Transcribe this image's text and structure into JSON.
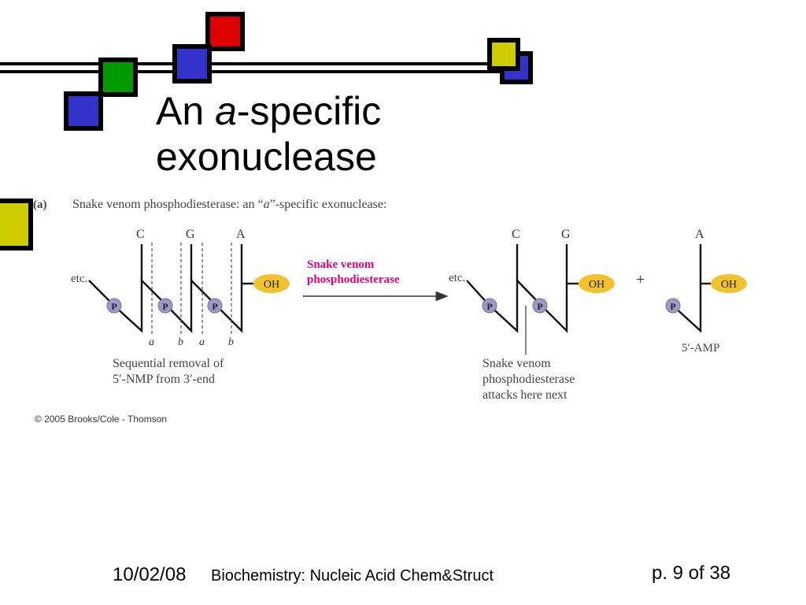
{
  "slide": {
    "title_prefix": "An ",
    "title_italic": "a",
    "title_suffix": "-specific",
    "title_line2": "exonuclease"
  },
  "figure": {
    "panel_label": "(a)",
    "caption_prefix": "Snake venom phosphodiesterase: an “",
    "caption_italic": "a",
    "caption_suffix": "”-specific  exonuclease:",
    "left_bases": [
      "C",
      "G",
      "A"
    ],
    "left_etc": "etc.",
    "phosphate": "P",
    "oh": "OH",
    "site_labels": [
      "a",
      "b",
      "a",
      "b"
    ],
    "enzyme_line1": "Snake venom",
    "enzyme_line2": "phosphodiesterase",
    "left_note_line1": "Sequential removal of",
    "left_note_line2": "5′-NMP from 3′-end",
    "right_bases": [
      "C",
      "G"
    ],
    "right_etc": "etc.",
    "plus": "+",
    "amp_base": "A",
    "amp_label": "5′-AMP",
    "right_note_line1": "Snake venom",
    "right_note_line2": "phosphodiesterase",
    "right_note_line3": "attacks here next",
    "copyright": "© 2005 Brooks/Cole - Thomson"
  },
  "footer": {
    "date": "10/02/08",
    "course": "Biochemistry: Nucleic Acid Chem&Struct",
    "page": "p. 9 of 38"
  },
  "colors": {
    "red": "#dd0000",
    "green": "#009900",
    "blue": "#3333cc",
    "yellow": "#cccc00",
    "phosphate": "#9999cc",
    "hydroxyl": "#f2c12e",
    "enzyme_label": "#e6007e"
  }
}
